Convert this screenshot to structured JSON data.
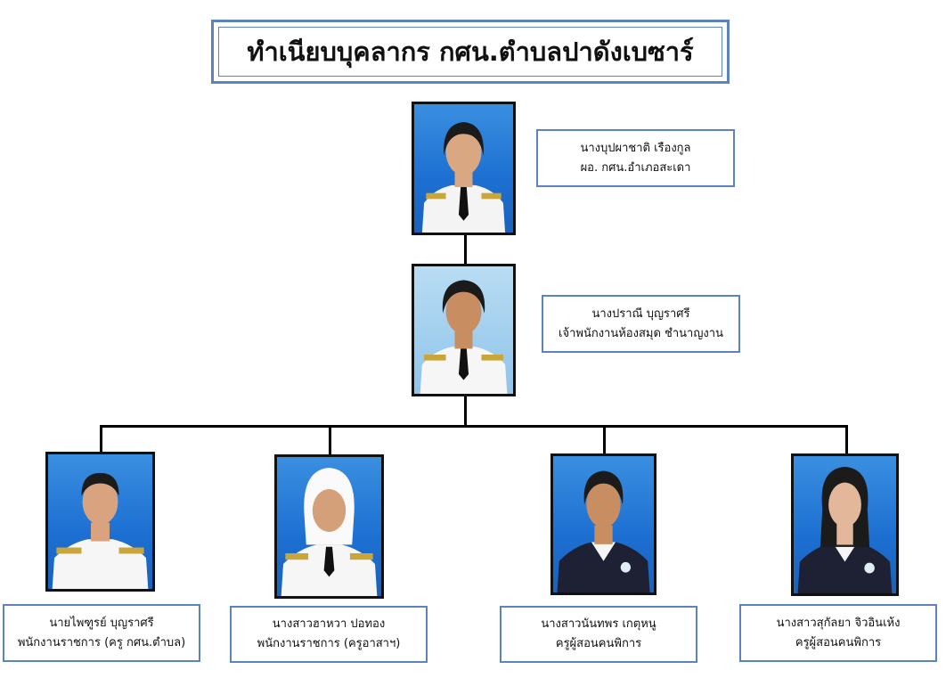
{
  "title": "ทำเนียบบุคลากร กศน.ตำบลปาดังเบซาร์",
  "people": [
    {
      "name": "นางบุปผาชาติ  เรืองกูล",
      "position": "ผอ. กศน.อำเภอสะเดา"
    },
    {
      "name": "นางปราณี  บุญราศรี",
      "position": "เจ้าพนักงานห้องสมุด ชำนาญงาน"
    },
    {
      "name": "นายไพฑูรย์  บุญราศรี",
      "position": "พนักงานราชการ (ครู กศน.ตำบล)"
    },
    {
      "name": "นางสาวฮาหวา  ปอทอง",
      "position": "พนักงานราชการ (ครูอาสาฯ)"
    },
    {
      "name": "นางสาวนันทพร  เกตุหนู",
      "position": "ครูผู้สอนคนพิการ"
    },
    {
      "name": "นางสาวสุกัลยา  จิวอินเห้ง",
      "position": "ครูผู้สอนคนพิการ"
    }
  ]
}
